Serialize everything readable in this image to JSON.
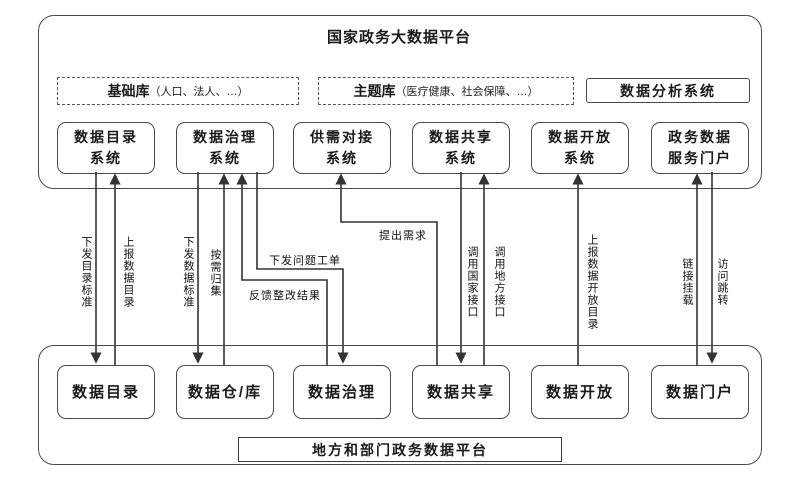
{
  "national": {
    "title": "国家政务大数据平台",
    "base_db": {
      "name": "基础库",
      "detail": "（人口、法人、…）"
    },
    "theme_db": {
      "name": "主题库",
      "detail": "（医疗健康、社会保障、…）"
    },
    "analysis_system": "数据分析系统",
    "systems": [
      {
        "line1": "数据目录",
        "line2": "系统"
      },
      {
        "line1": "数据治理",
        "line2": "系统"
      },
      {
        "line1": "供需对接",
        "line2": "系统"
      },
      {
        "line1": "数据共享",
        "line2": "系统"
      },
      {
        "line1": "数据开放",
        "line2": "系统"
      },
      {
        "line1": "政务数据",
        "line2": "服务门户"
      }
    ]
  },
  "local": {
    "title": "地方和部门政务数据平台",
    "systems": [
      "数据目录",
      "数据仓/库",
      "数据治理",
      "数据共享",
      "数据开放",
      "数据门户"
    ]
  },
  "flows": [
    {
      "label": "下发目录标准",
      "from": "数据目录系统",
      "to": "数据目录",
      "direction": "down"
    },
    {
      "label": "上报数据目录",
      "from": "数据目录",
      "to": "数据目录系统",
      "direction": "up"
    },
    {
      "label": "下发数据标准",
      "from": "数据治理系统",
      "to": "数据仓/库",
      "direction": "down"
    },
    {
      "label": "按需归集",
      "from": "数据仓/库",
      "to": "数据治理系统",
      "direction": "up"
    },
    {
      "label": "下发问题工单",
      "from": "数据治理系统",
      "to": "数据治理",
      "direction": "down"
    },
    {
      "label": "反馈整改结果",
      "from": "数据治理",
      "to": "数据治理系统",
      "direction": "up"
    },
    {
      "label": "提出需求",
      "from": "数据共享",
      "to": "供需对接系统",
      "direction": "up"
    },
    {
      "label": "调用国家接口",
      "from": "数据共享系统",
      "to": "数据共享",
      "direction": "down"
    },
    {
      "label": "调用地方接口",
      "from": "数据共享",
      "to": "数据共享系统",
      "direction": "up"
    },
    {
      "label": "上报数据开放目录",
      "from": "数据开放",
      "to": "数据开放系统",
      "direction": "up"
    },
    {
      "label": "链接挂载",
      "from": "数据门户",
      "to": "政务数据服务门户",
      "direction": "up"
    },
    {
      "label": "访问跳转",
      "from": "政务数据服务门户",
      "to": "数据门户",
      "direction": "down"
    }
  ],
  "colors": {
    "line": "#333333",
    "border": "#4a4a4a",
    "text": "#1a1a1a"
  }
}
